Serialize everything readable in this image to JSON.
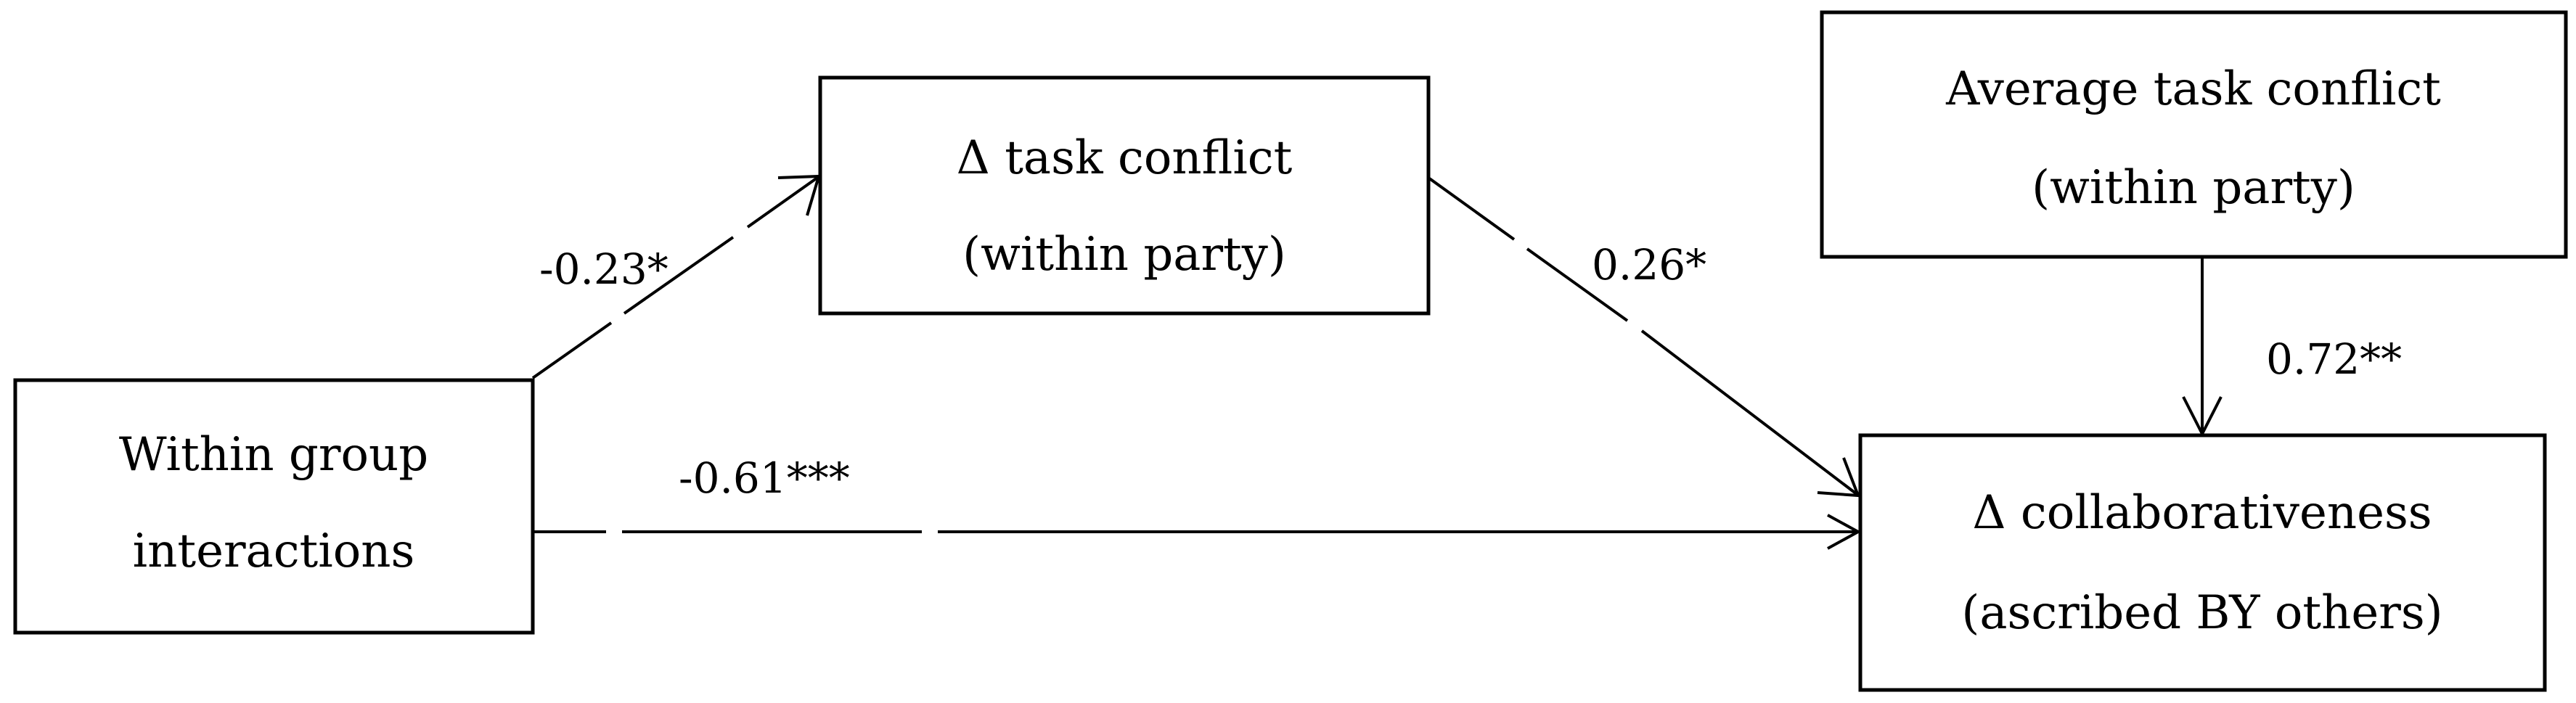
{
  "nodes": {
    "within_group": {
      "line1": "Within group",
      "line2": "interactions"
    },
    "delta_task_conflict": {
      "line1": "Δ task conflict",
      "line2": "(within party)"
    },
    "average_task_conflict": {
      "line1": "Average task conflict",
      "line2": "(within party)"
    },
    "delta_collaborativeness": {
      "line1": "Δ collaborativeness",
      "line2": "(ascribed BY others)"
    }
  },
  "paths": {
    "within_to_task": {
      "coefficient": "-0.23*"
    },
    "task_to_collab": {
      "coefficient": "0.26*"
    },
    "avg_to_collab": {
      "coefficient": "0.72**"
    },
    "within_to_collab": {
      "coefficient": "-0.61***"
    }
  }
}
